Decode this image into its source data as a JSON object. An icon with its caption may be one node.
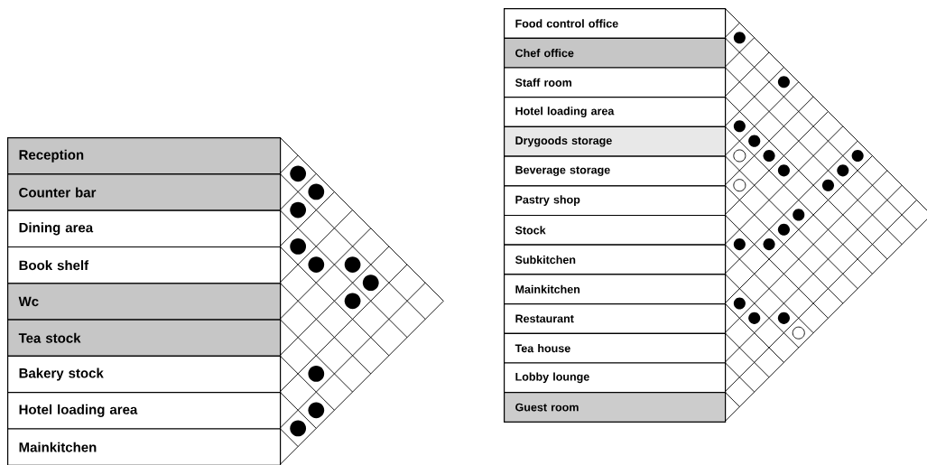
{
  "diagram": {
    "nodes": [
      {
        "text": [
          "Reception"
        ]
      },
      {
        "text": [
          "Counter bar"
        ]
      },
      {
        "text": [
          "Dining area"
        ]
      },
      {
        "text": [
          "Book shelf"
        ]
      },
      {
        "text": [
          "Wc"
        ]
      },
      {
        "text": [
          "Tea stock"
        ]
      },
      {
        "text": [
          "Bakery stock"
        ]
      },
      {
        "text": [
          "Hotel loading area"
        ]
      },
      {
        "text": [
          "Mainkitchen"
        ]
      },
      {
        "text": [
          "Food control office"
        ]
      },
      {
        "text": [
          "Chef office"
        ]
      },
      {
        "text": [
          "Staff room"
        ]
      },
      {
        "text": [
          "Hotel loading area"
        ]
      },
      {
        "text": [
          "Drygoods storage"
        ]
      },
      {
        "text": [
          "Beverage storage"
        ]
      },
      {
        "text": [
          "Pastry shop"
        ]
      },
      {
        "text": [
          "Stock"
        ]
      },
      {
        "text": [
          "Subkitchen"
        ]
      },
      {
        "text": [
          "Mainkitchen"
        ]
      },
      {
        "text": [
          "Restaurant"
        ]
      },
      {
        "text": [
          "Tea house"
        ]
      },
      {
        "text": [
          "Lobby lounge"
        ]
      },
      {
        "text": [
          "Guest room"
        ]
      }
    ]
  }
}
